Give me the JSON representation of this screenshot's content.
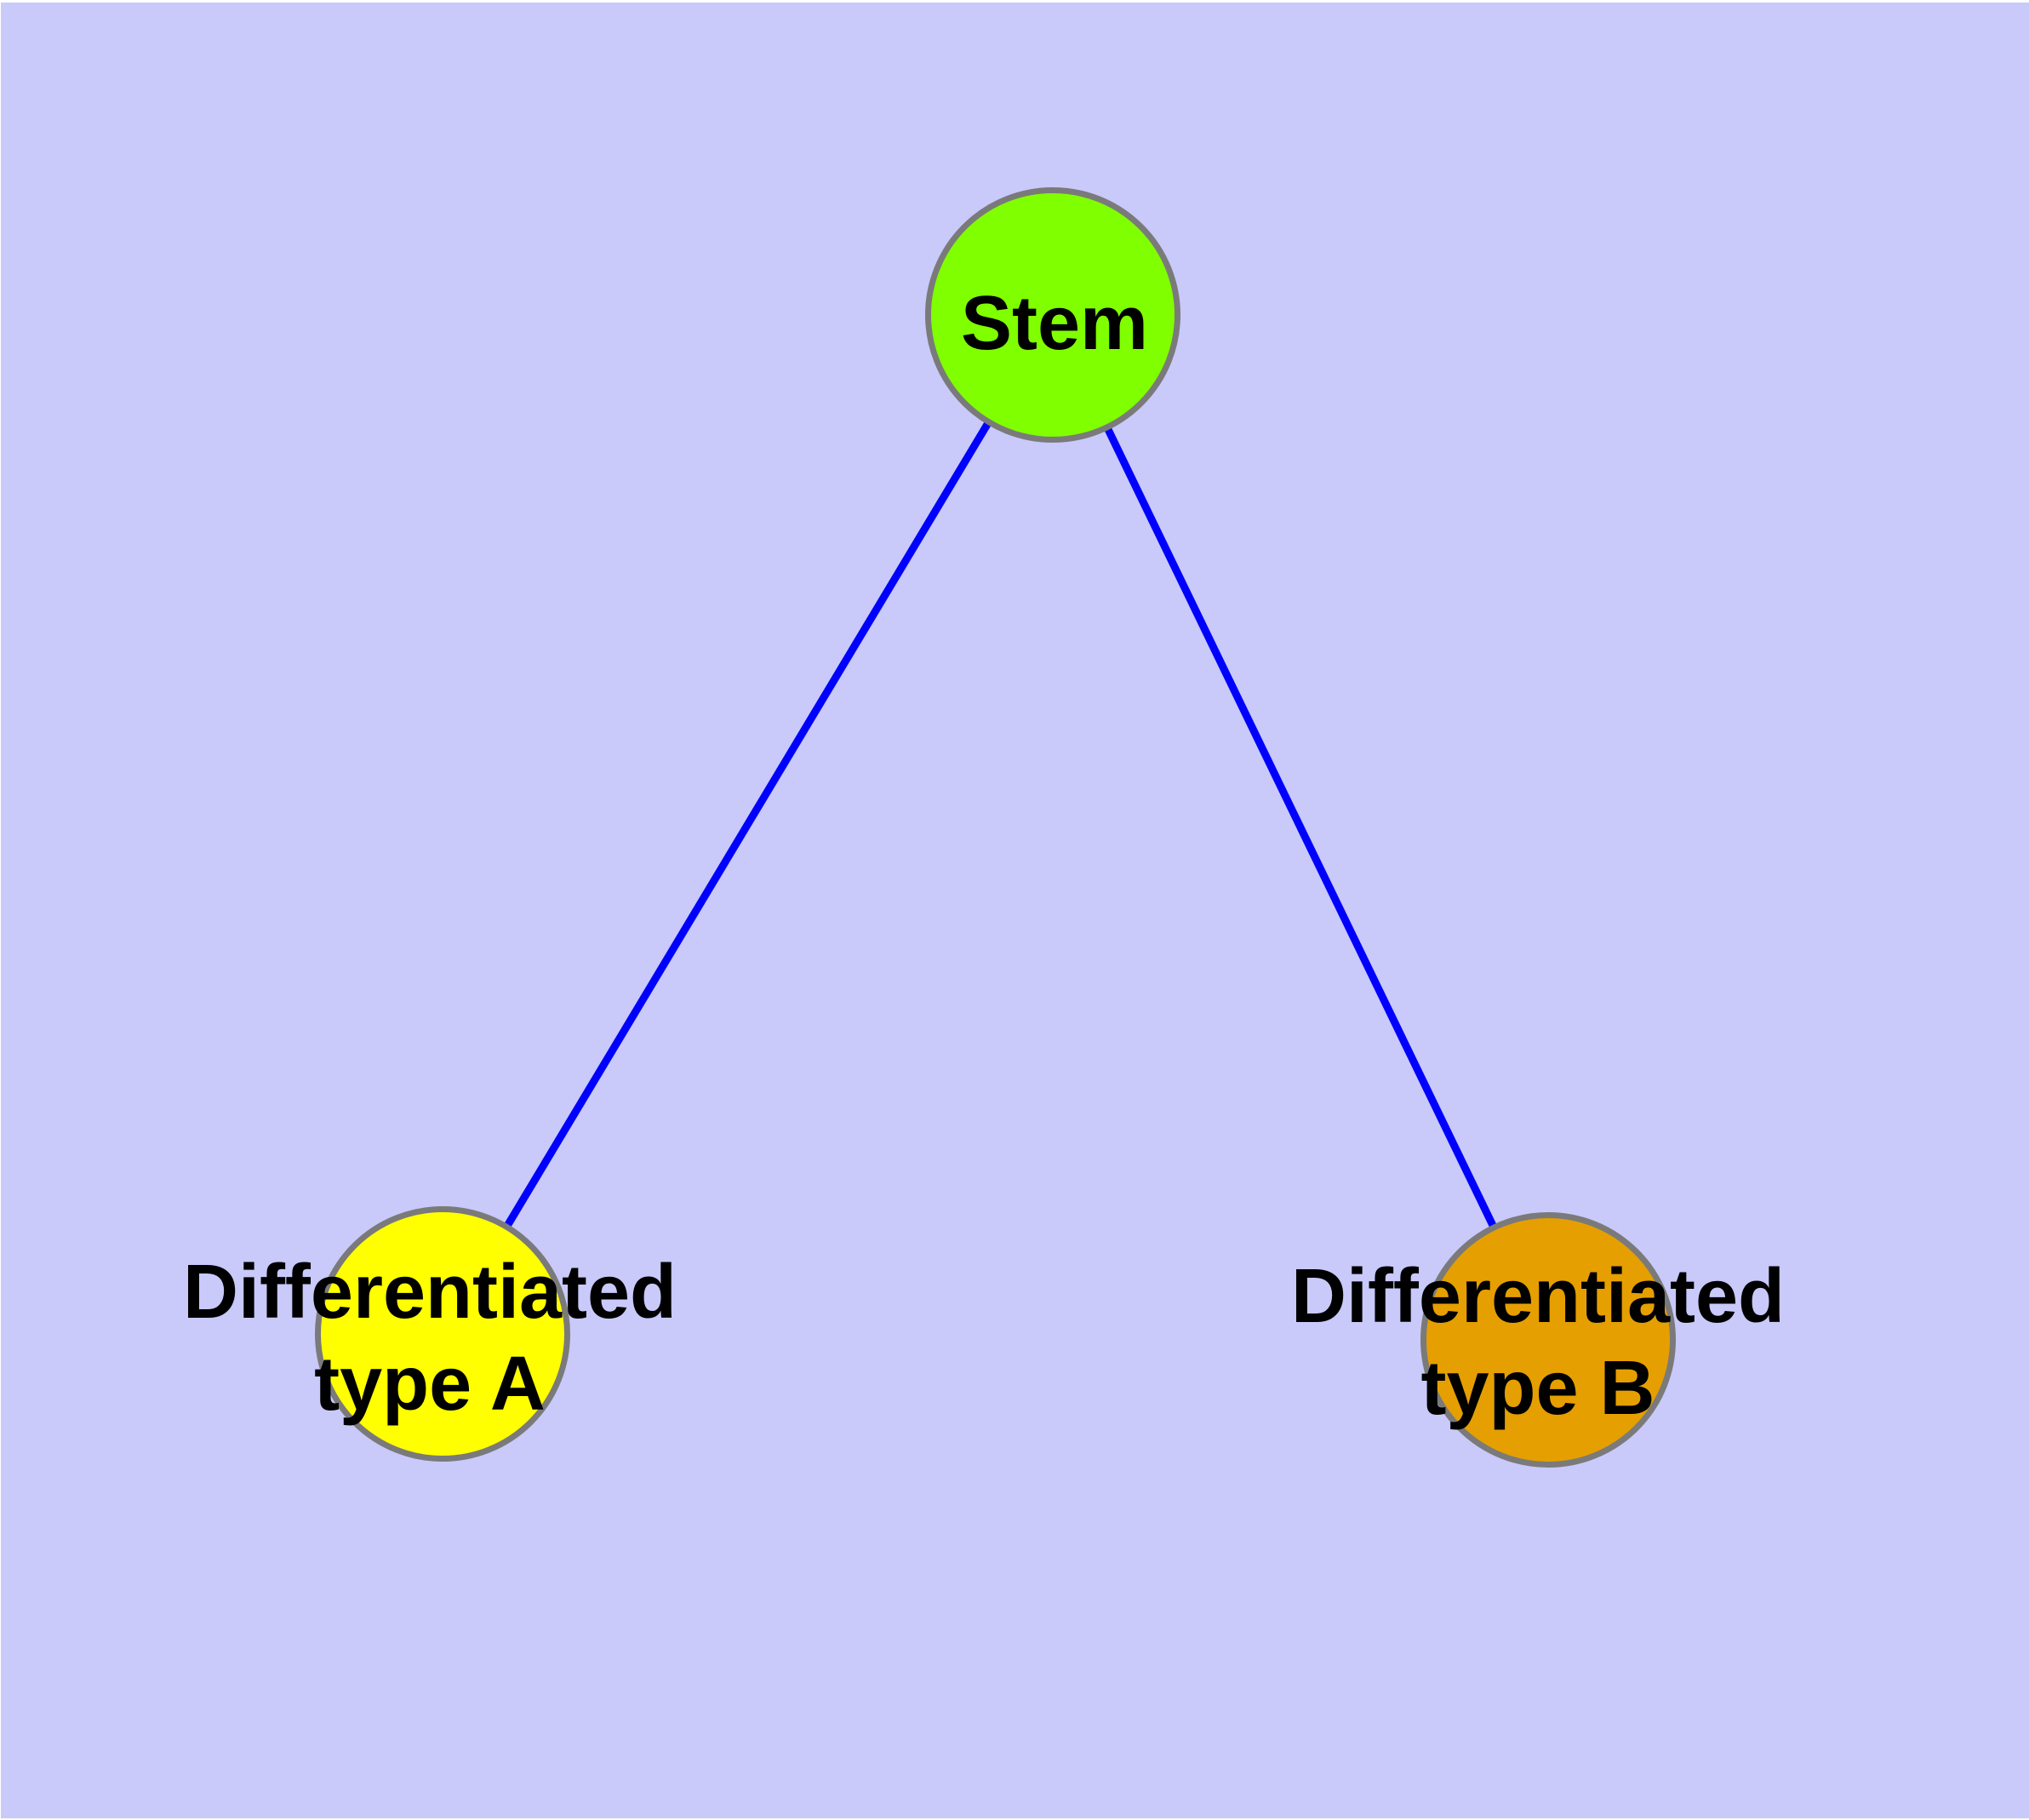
{
  "graph": {
    "background_color": "#C9C9FA",
    "edge_color": "#0000FF",
    "node_border_color": "#7A7A7A",
    "label_color": "#000000",
    "nodes": [
      {
        "id": "stem",
        "label": "Stem",
        "color": "#7FFF00"
      },
      {
        "id": "differentiated-type-a",
        "label_line1": "Differentiated",
        "label_line2": "type A",
        "color": "#FFFF00"
      },
      {
        "id": "differentiated-type-b",
        "label_line1": "Differentiated",
        "label_line2": "type B",
        "color": "#E69F00"
      }
    ],
    "edges": [
      {
        "from": "stem",
        "to": "differentiated-type-a"
      },
      {
        "from": "stem",
        "to": "differentiated-type-b"
      }
    ]
  }
}
